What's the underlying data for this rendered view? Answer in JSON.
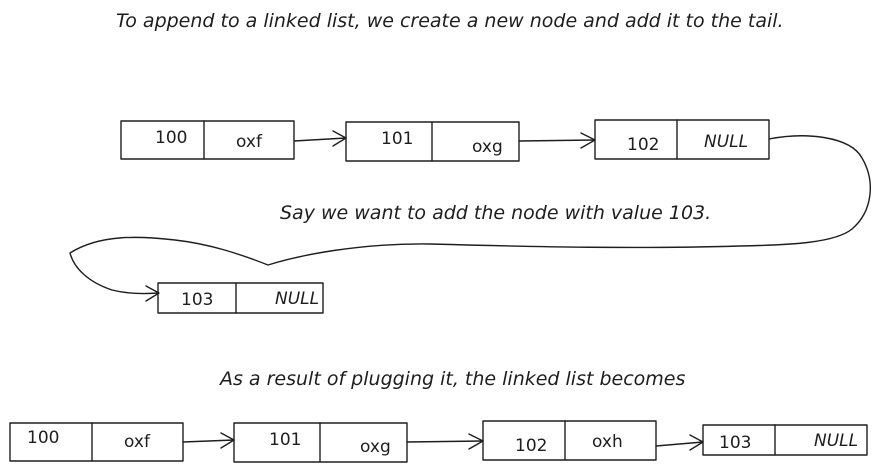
{
  "captions": {
    "intro": "To append to a linked list, we create a new node and add it to the tail.",
    "middle": "Say we want to add the node with value 103.",
    "result": "As a result of plugging it, the linked list becomes"
  },
  "top_list": [
    {
      "value": "100",
      "next": "oxf"
    },
    {
      "value": "101",
      "next": "oxg"
    },
    {
      "value": "102",
      "next": "NULL"
    }
  ],
  "new_node": {
    "value": "103",
    "next": "NULL"
  },
  "bottom_list": [
    {
      "value": "100",
      "next": "oxf"
    },
    {
      "value": "101",
      "next": "oxg"
    },
    {
      "value": "102",
      "next": "oxh"
    },
    {
      "value": "103",
      "next": "NULL"
    }
  ]
}
